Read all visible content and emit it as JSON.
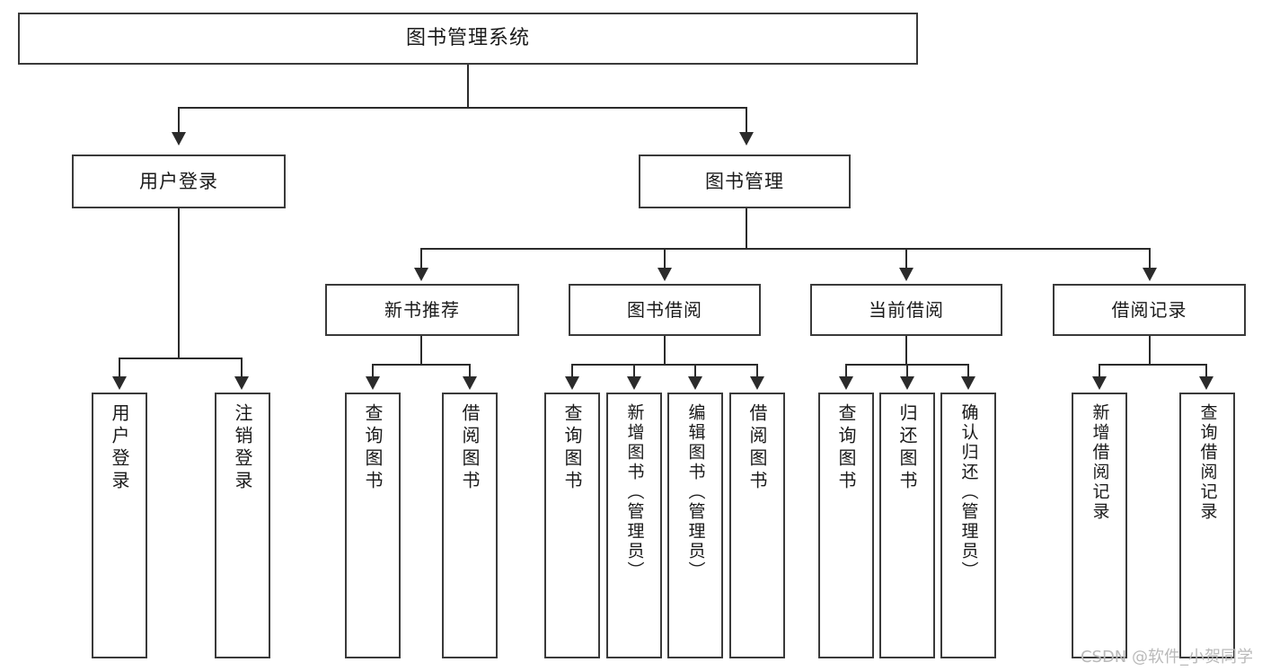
{
  "diagram": {
    "title": "图书管理系统",
    "type": "tree",
    "watermark": "CSDN @软件_小贺同学",
    "accent_color": "#2b2b2b",
    "background_color": "#ffffff",
    "root": {
      "label": "图书管理系统"
    },
    "level2": [
      {
        "label": "用户登录"
      },
      {
        "label": "图书管理"
      }
    ],
    "level3": [
      {
        "label": "新书推荐"
      },
      {
        "label": "图书借阅"
      },
      {
        "label": "当前借阅"
      },
      {
        "label": "借阅记录"
      }
    ],
    "leaves": {
      "user_login": [
        {
          "label": "用户登录"
        },
        {
          "label": "注销登录"
        }
      ],
      "new_book_recommend": [
        {
          "label": "查询图书"
        },
        {
          "label": "借阅图书"
        }
      ],
      "book_borrow": [
        {
          "label": "查询图书"
        },
        {
          "label": "新增图书（管理员）"
        },
        {
          "label": "编辑图书（管理员）"
        },
        {
          "label": "借阅图书"
        }
      ],
      "current_borrow": [
        {
          "label": "查询图书"
        },
        {
          "label": "归还图书"
        },
        {
          "label": "确认归还（管理员）"
        }
      ],
      "borrow_record": [
        {
          "label": "新增借阅记录"
        },
        {
          "label": "查询借阅记录"
        }
      ]
    }
  }
}
